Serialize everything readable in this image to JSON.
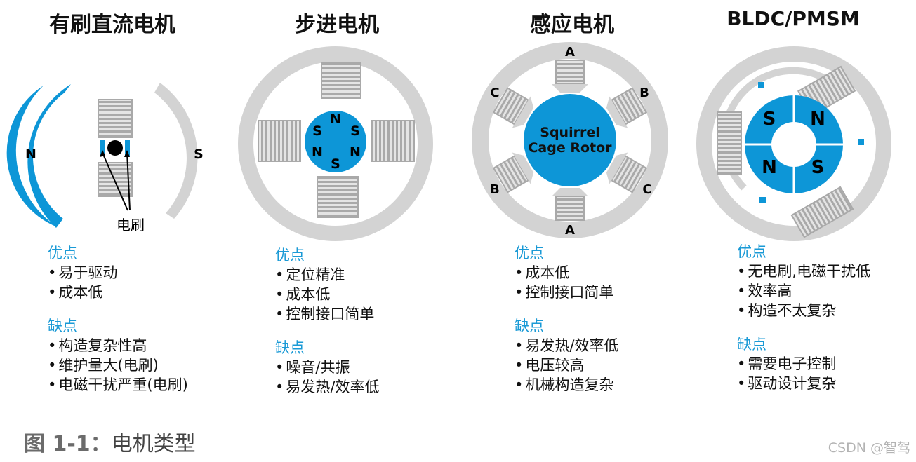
{
  "palette": {
    "blue": "#0d96d7",
    "gray": "#d3d3d3",
    "coil": "#a9a9a9",
    "text": "#111111"
  },
  "motors": [
    {
      "title": "有刷直流电机",
      "labels": {
        "north": "N",
        "south": "S",
        "brush": "电刷"
      },
      "pros_heading": "优点",
      "pros": [
        "易于驱动",
        "成本低"
      ],
      "cons_heading": "缺点",
      "cons": [
        "构造复杂性高",
        "维护量大(电刷)",
        "电磁干扰严重(电刷)"
      ]
    },
    {
      "title": "步进电机",
      "rotor_poles": [
        "N",
        "S",
        "S",
        "N",
        "N",
        "S"
      ],
      "pros_heading": "优点",
      "pros": [
        "定位精准",
        "成本低",
        "控制接口简单"
      ],
      "cons_heading": "缺点",
      "cons": [
        "噪音/共振",
        "易发热/效率低"
      ]
    },
    {
      "title": "感应电机",
      "rotor_label_line1": "Squirrel",
      "rotor_label_line2": "Cage Rotor",
      "phase_labels": [
        "A",
        "B",
        "C",
        "A",
        "B",
        "C"
      ],
      "pros_heading": "优点",
      "pros": [
        "成本低",
        "控制接口简单"
      ],
      "cons_heading": "缺点",
      "cons": [
        "易发热/效率低",
        "电压较高",
        "机械构造复杂"
      ]
    },
    {
      "title": "BLDC/PMSM",
      "rotor_poles": [
        "S",
        "N",
        "N",
        "S"
      ],
      "pros_heading": "优点",
      "pros": [
        "无电刷,电磁干扰低",
        "效率高",
        "构造不太复杂"
      ],
      "cons_heading": "缺点",
      "cons": [
        "需要电子控制",
        "驱动设计复杂"
      ]
    }
  ],
  "caption": {
    "label": "图 1-1：",
    "text": "电机类型"
  },
  "watermark": "CSDN @智驾"
}
